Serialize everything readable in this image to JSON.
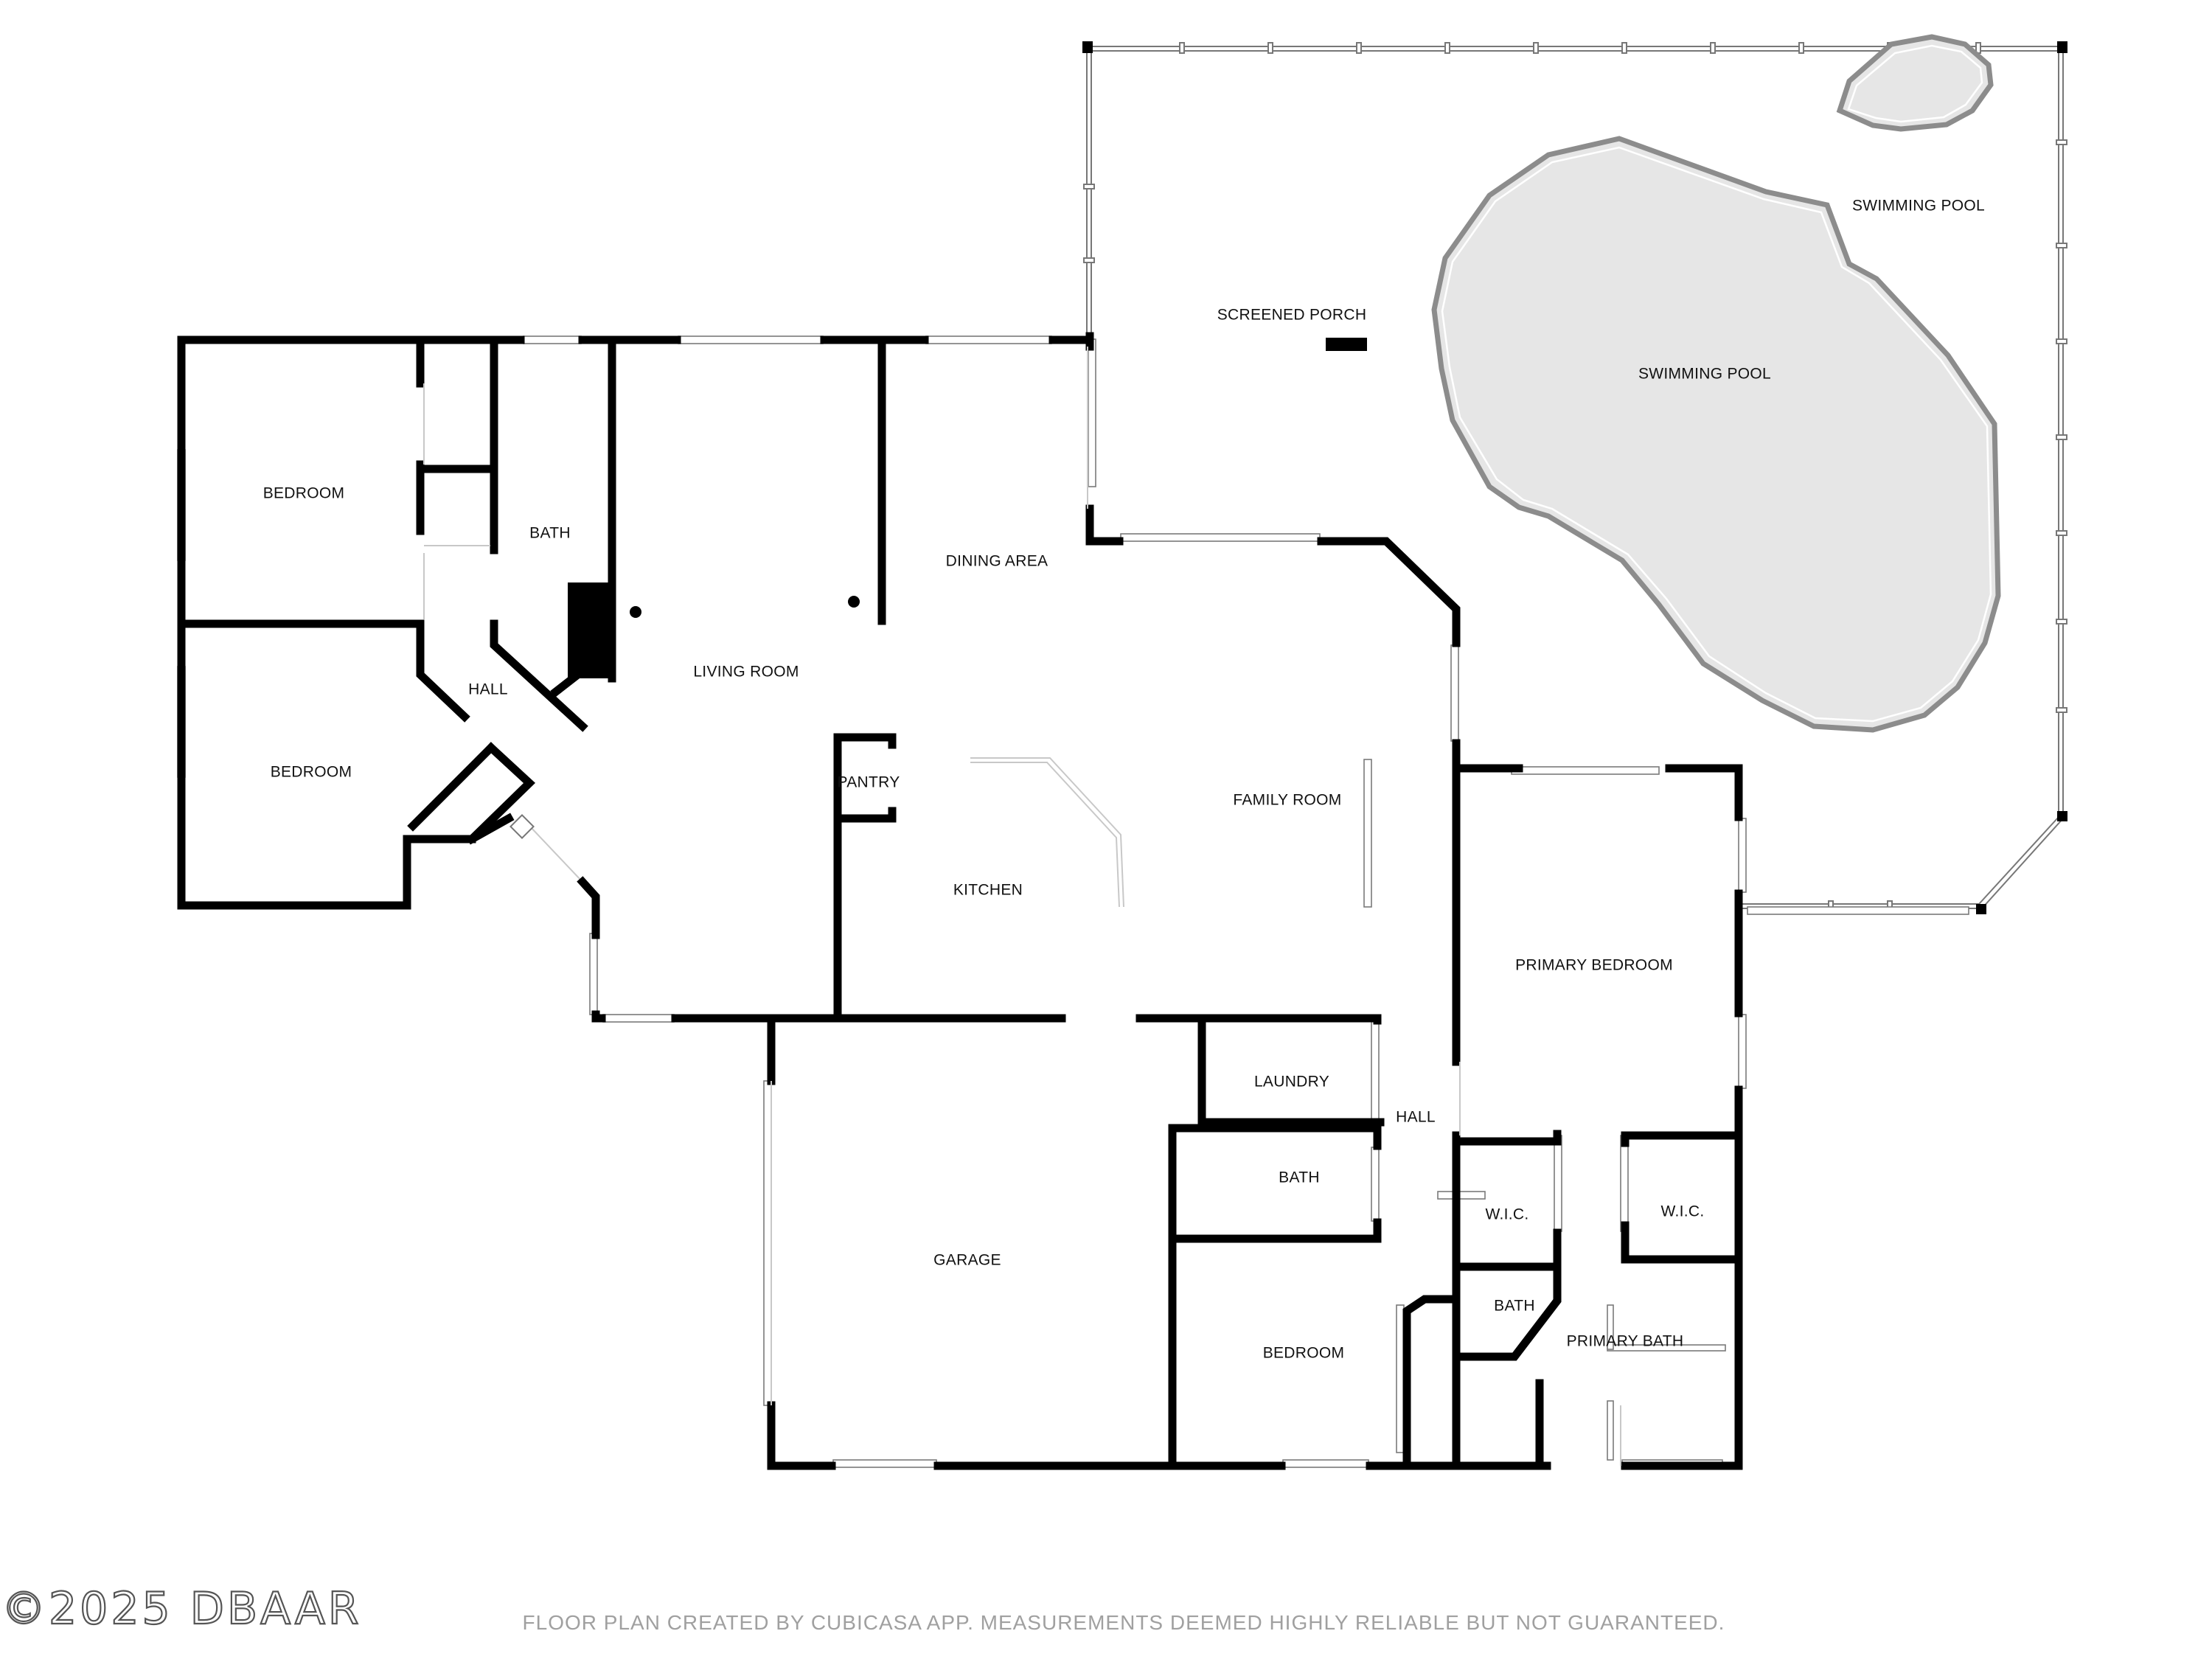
{
  "rooms": {
    "screened_porch": "SCREENED PORCH",
    "swimming_pool_small": "SWIMMING POOL",
    "swimming_pool_main": "SWIMMING POOL",
    "bedroom_nw": "BEDROOM",
    "bedroom_w": "BEDROOM",
    "bath_north": "BATH",
    "hall_west": "HALL",
    "living_room": "LIVING ROOM",
    "dining_area": "DINING AREA",
    "family_room": "FAMILY ROOM",
    "pantry": "PANTRY",
    "kitchen": "KITCHEN",
    "primary_bedroom": "PRIMARY BEDROOM",
    "laundry": "LAUNDRY",
    "hall_east": "HALL",
    "bath_center": "BATH",
    "wic_left": "W.I.C.",
    "wic_right": "W.I.C.",
    "bath_primary_small": "BATH",
    "primary_bath": "PRIMARY BATH",
    "garage": "GARAGE",
    "bedroom_south": "BEDROOM"
  },
  "watermark": "©2025 DBAAR",
  "disclaimer": "FLOOR PLAN CREATED BY CUBICASA APP. MEASUREMENTS DEEMED HIGHLY RELIABLE BUT NOT GUARANTEED.",
  "colors": {
    "wall": "#000000",
    "pool_fill": "#e6e6e6",
    "background": "#ffffff"
  }
}
